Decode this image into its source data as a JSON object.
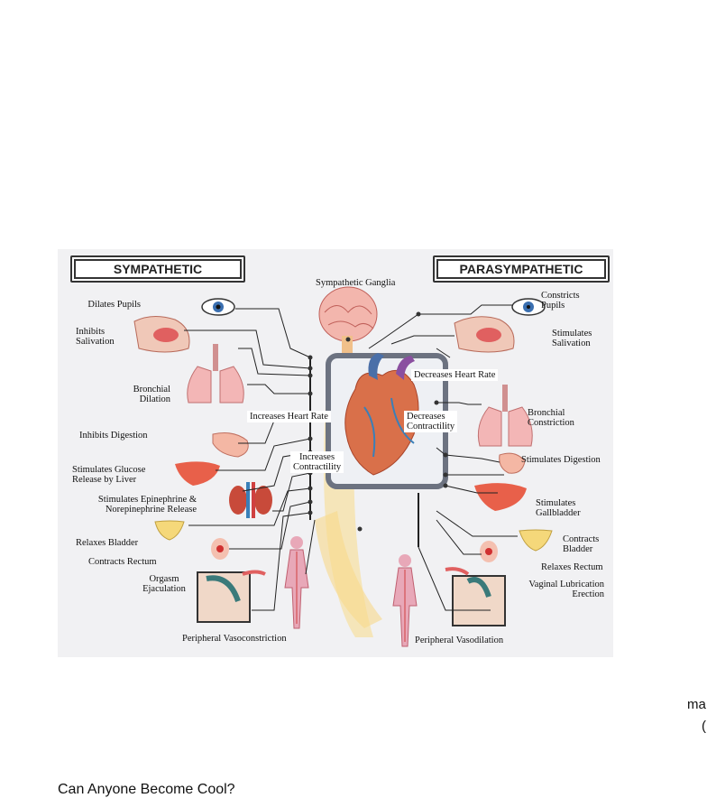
{
  "diagram": {
    "headers": {
      "left": "SYMPATHETIC",
      "right": "PARASYMPATHETIC"
    },
    "center": {
      "ganglia": "Sympathetic Ganglia",
      "sym_heart_rate": "Increases Heart Rate",
      "sym_contractility": "Increases\nContractility",
      "para_heart_rate": "Decreases Heart Rate",
      "para_contractility": "Decreases\nContractility"
    },
    "sympathetic": {
      "pupils": "Dilates Pupils",
      "salivation": "Inhibits\nSalivation",
      "bronchial": "Bronchial\nDilation",
      "digestion": "Inhibits Digestion",
      "glucose": "Stimulates Glucose\nRelease by Liver",
      "epinephrine": "Stimulates Epinephrine &\nNorepinephrine Release",
      "bladder": "Relaxes Bladder",
      "rectum": "Contracts Rectum",
      "sexual": "Orgasm\nEjaculation",
      "vascular": "Peripheral Vasoconstriction"
    },
    "parasympathetic": {
      "pupils": "Constricts\nPupils",
      "salivation": "Stimulates\nSalivation",
      "bronchial": "Bronchial\nConstriction",
      "digestion": "Stimulates Digestion",
      "gallbladder": "Stimulates\nGallbladder",
      "bladder": "Contracts\nBladder",
      "rectum": "Relaxes Rectum",
      "sexual": "Vaginal Lubrication\nErection",
      "vascular": "Peripheral Vasodilation"
    },
    "colors": {
      "organ": "#e8604a",
      "heart": "#d9704a",
      "vessel": "#3a7fb8",
      "spine": "#f5d890",
      "line": "#222222"
    }
  },
  "page": {
    "side_fragment_1": "ma",
    "side_fragment_2": "(",
    "caption": "Can Anyone Become Cool?"
  }
}
